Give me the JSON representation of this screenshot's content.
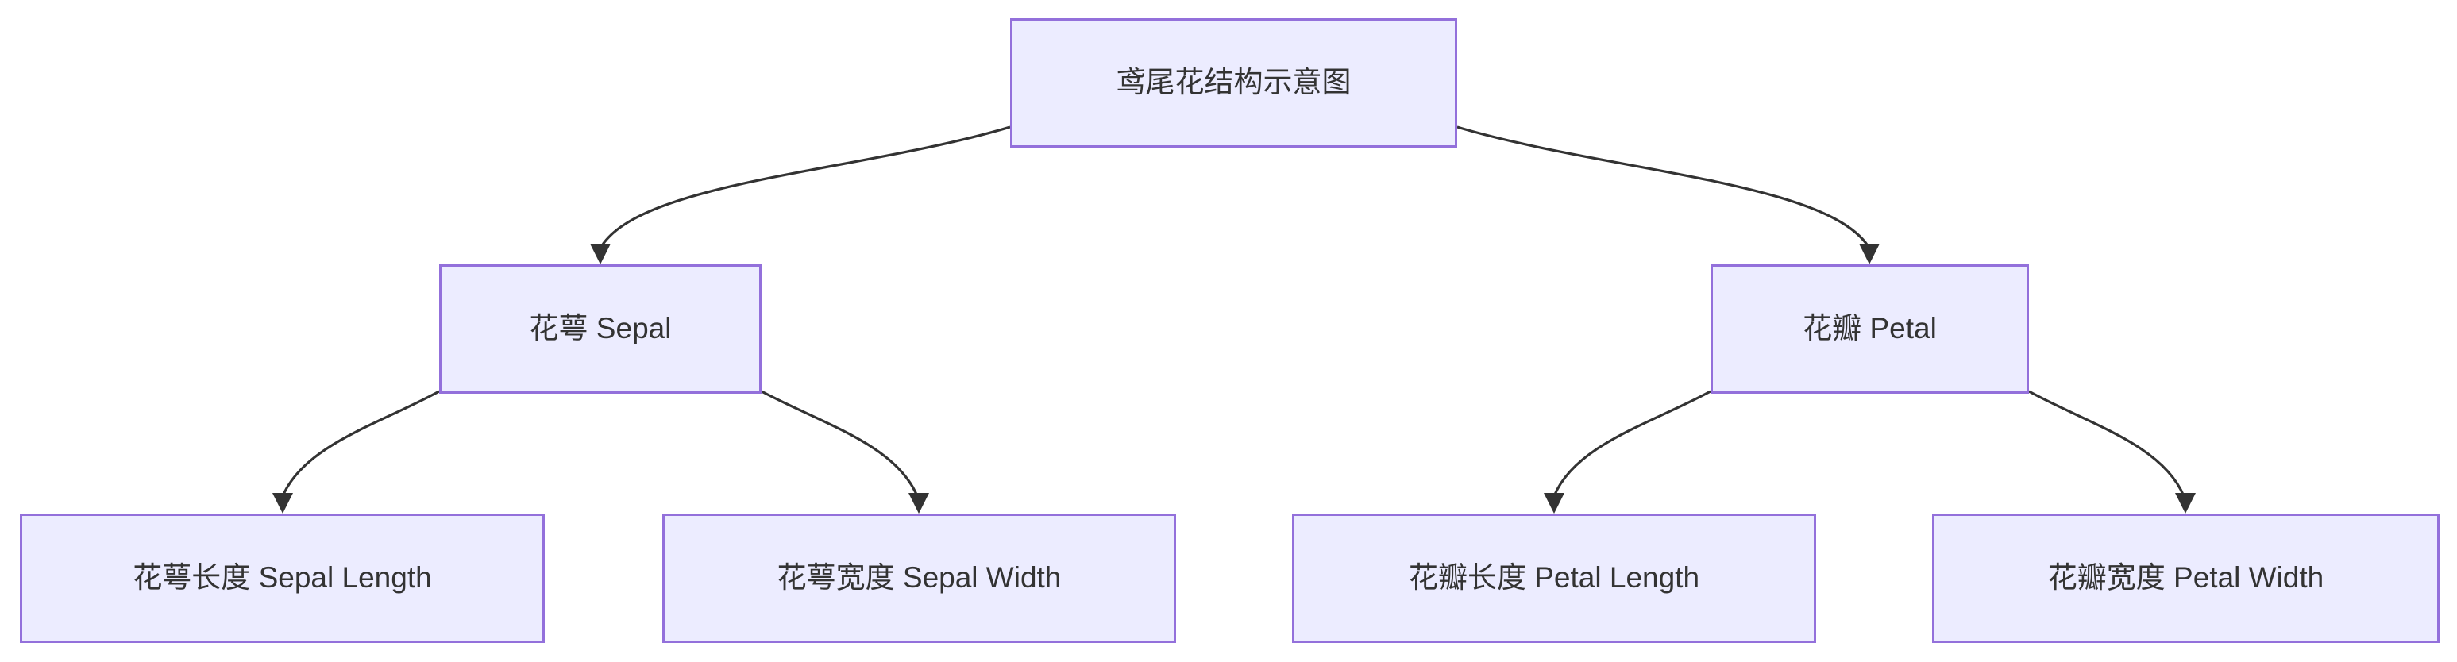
{
  "diagram": {
    "type": "flowchart-top-down",
    "hierarchy": {
      "root": "鸢尾花结构示意图",
      "children": [
        {
          "label": "花萼 Sepal",
          "children": [
            "花萼长度 Sepal Length",
            "花萼宽度 Sepal Width"
          ]
        },
        {
          "label": "花瓣 Petal",
          "children": [
            "花瓣长度 Petal Length",
            "花瓣宽度 Petal Width"
          ]
        }
      ]
    }
  },
  "nodes": {
    "root": {
      "label": "鸢尾花结构示意图"
    },
    "sepal": {
      "label": "花萼 Sepal"
    },
    "petal": {
      "label": "花瓣 Petal"
    },
    "sepal_length": {
      "label": "花萼长度 Sepal Length"
    },
    "sepal_width": {
      "label": "花萼宽度 Sepal Width"
    },
    "petal_length": {
      "label": "花瓣长度 Petal Length"
    },
    "petal_width": {
      "label": "花瓣宽度 Petal Width"
    }
  },
  "edges": [
    {
      "from": "root",
      "to": "sepal"
    },
    {
      "from": "root",
      "to": "petal"
    },
    {
      "from": "sepal",
      "to": "sepal_length"
    },
    {
      "from": "sepal",
      "to": "sepal_width"
    },
    {
      "from": "petal",
      "to": "petal_length"
    },
    {
      "from": "petal",
      "to": "petal_width"
    }
  ],
  "colors": {
    "node_fill": "#ECECFF",
    "node_border": "#9370DB",
    "edge_line": "#333333",
    "text": "#333333",
    "background": "#FFFFFF"
  }
}
